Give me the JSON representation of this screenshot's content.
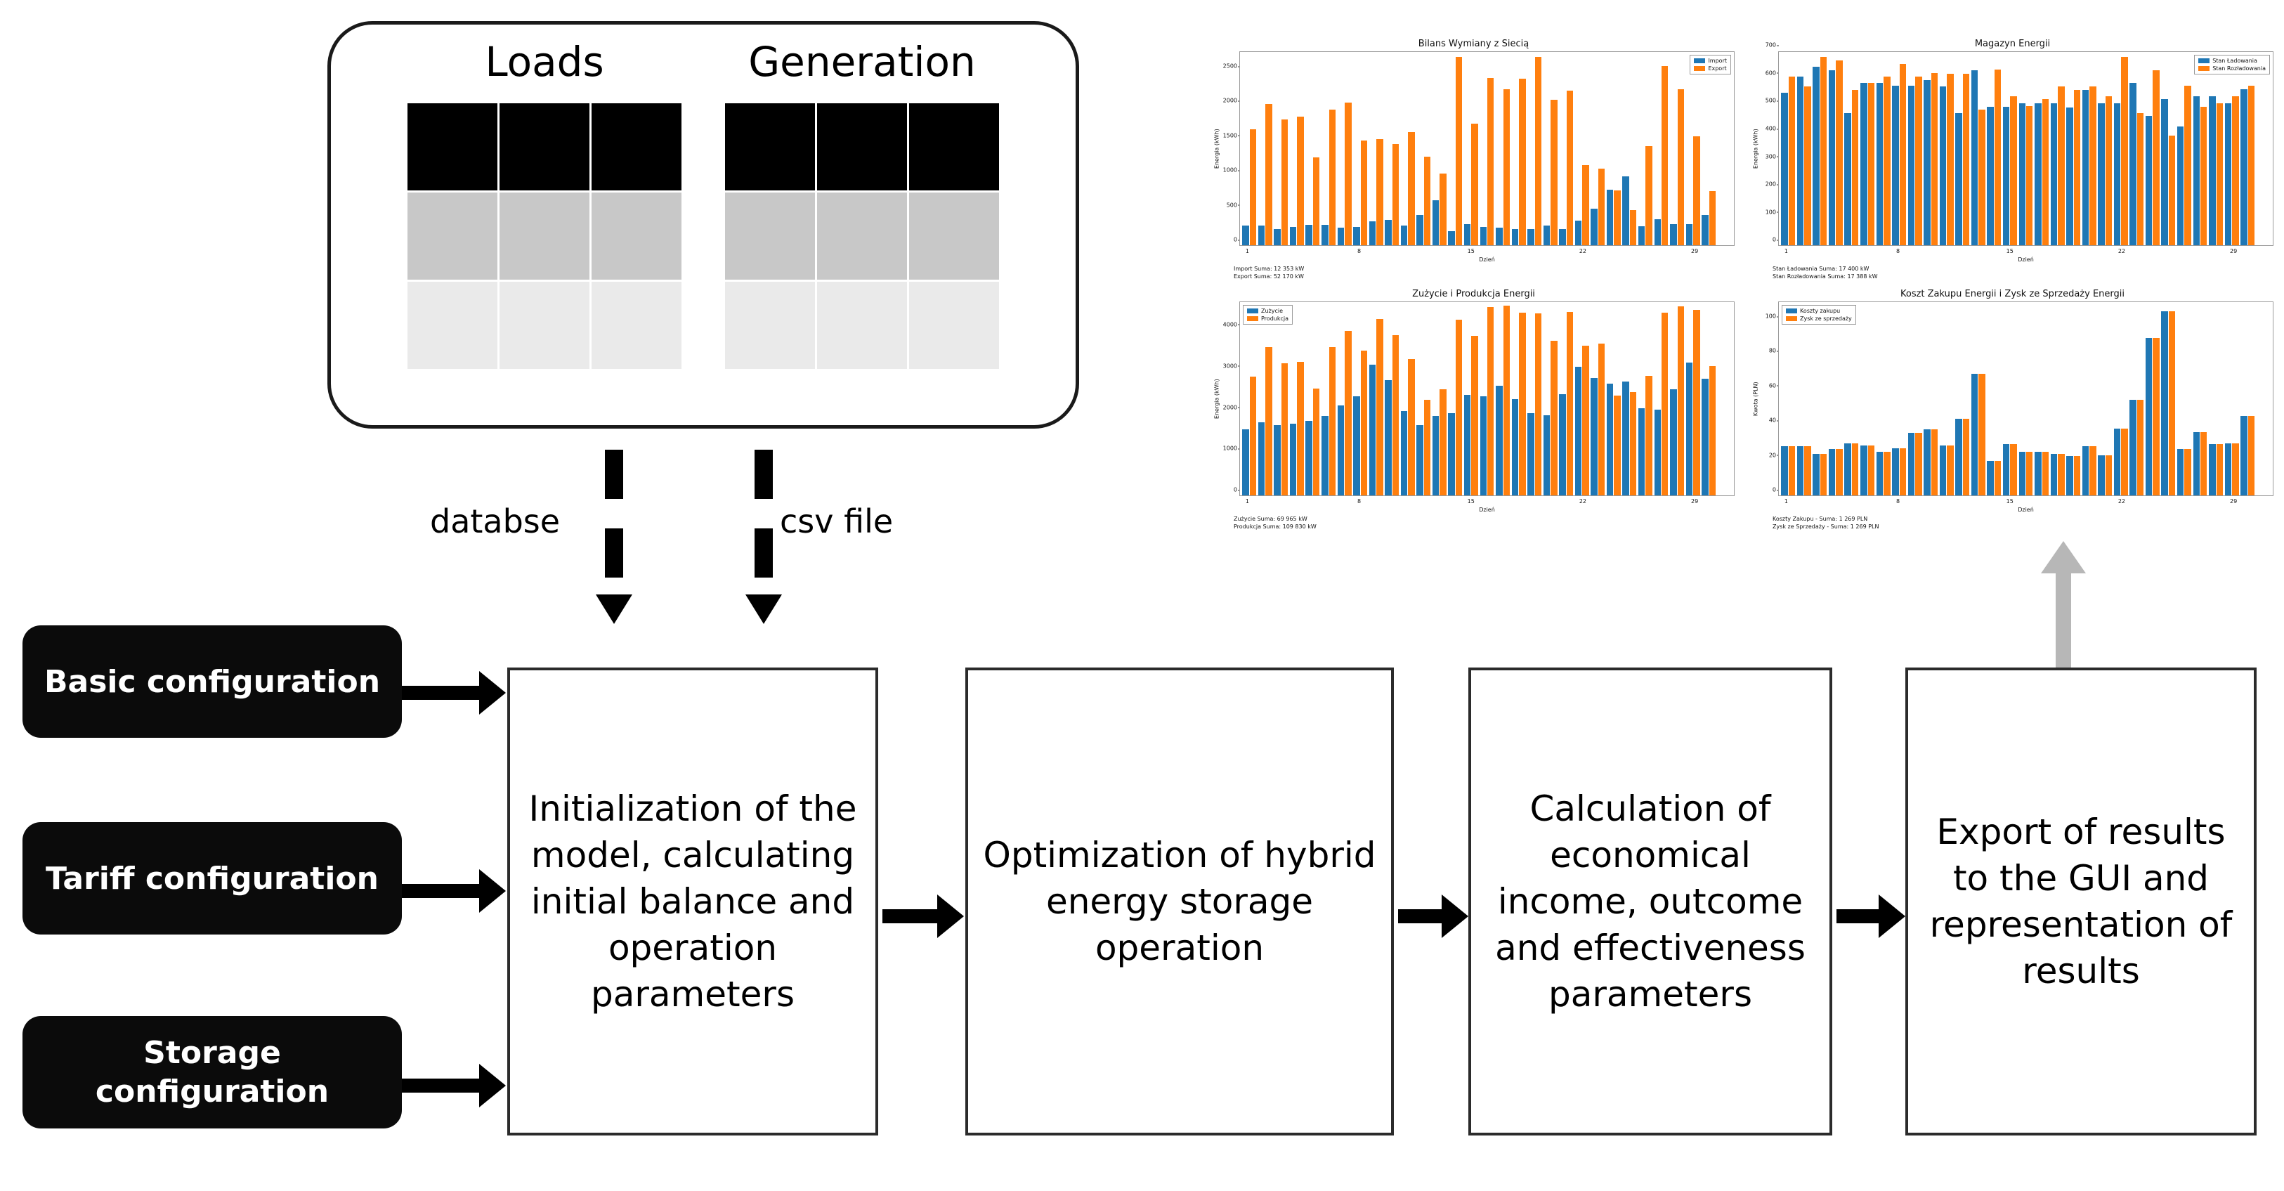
{
  "data_card": {
    "columns": [
      {
        "title": "Loads",
        "rows": 3,
        "cols": 3
      },
      {
        "title": "Generation",
        "rows": 3,
        "cols": 3
      }
    ],
    "row_shades": [
      "#000000",
      "#c8c8c8",
      "#eaeaea"
    ]
  },
  "feeders": [
    {
      "label": "databse"
    },
    {
      "label": "csv file"
    }
  ],
  "config_boxes": [
    {
      "label": "Basic configuration"
    },
    {
      "label": "Tariff configuration"
    },
    {
      "label": "Storage configuration"
    }
  ],
  "process_boxes": [
    {
      "label": "Initialization of the model, calculating initial balance and operation parameters"
    },
    {
      "label": "Optimization of hybrid energy storage operation"
    },
    {
      "label": "Calculation of economical income, outcome and effectiveness parameters"
    },
    {
      "label": "Export of results to the GUI and representation of results"
    }
  ],
  "colors": {
    "series_1": "#1f77b4",
    "series_2": "#ff7f0e",
    "gray_arrow": "#b7b7b7",
    "box_black": "#0b0b0b"
  },
  "chart_data": [
    {
      "type": "bar",
      "title": "Bilans Wymiany z Siecią",
      "xlabel": "Dzień",
      "ylabel": "Energia (kWh)",
      "ylim": [
        0,
        2800
      ],
      "yticks": [
        0,
        500,
        1000,
        1500,
        2000,
        2500
      ],
      "xticks": [
        1,
        8,
        15,
        22,
        29
      ],
      "legend_position": "top-right",
      "grid": false,
      "categories": [
        1,
        2,
        3,
        4,
        5,
        6,
        7,
        8,
        9,
        10,
        11,
        12,
        13,
        14,
        15,
        16,
        17,
        18,
        19,
        20,
        21,
        22,
        23,
        24,
        25,
        26,
        27,
        28,
        29,
        30,
        31
      ],
      "series": [
        {
          "name": "Import",
          "color": "#1f77b4",
          "values": [
            285,
            288,
            240,
            265,
            295,
            300,
            255,
            270,
            350,
            370,
            290,
            440,
            660,
            205,
            310,
            270,
            255,
            240,
            235,
            285,
            235,
            360,
            530,
            805,
            1005,
            275,
            385,
            305,
            310,
            440,
            0
          ]
        },
        {
          "name": "Export",
          "color": "#ff7f0e",
          "values": [
            1680,
            2050,
            1830,
            1870,
            1280,
            1970,
            2070,
            1520,
            1545,
            1470,
            1645,
            1290,
            1040,
            2735,
            1770,
            2430,
            2260,
            2415,
            2735,
            2115,
            2245,
            1160,
            1110,
            800,
            515,
            1440,
            2600,
            2260,
            1585,
            785,
            0
          ]
        }
      ],
      "summary": [
        "Import Suma: 12 353 kW",
        "Export Suma: 52 170 kW"
      ]
    },
    {
      "type": "bar",
      "title": "Magazyn Energii",
      "xlabel": "Dzień",
      "ylabel": "Energia (kWh)",
      "ylim": [
        0,
        700
      ],
      "yticks": [
        0,
        100,
        200,
        300,
        400,
        500,
        600,
        700
      ],
      "xticks": [
        1,
        8,
        15,
        22,
        29
      ],
      "legend_position": "top-right",
      "grid": false,
      "categories": [
        1,
        2,
        3,
        4,
        5,
        6,
        7,
        8,
        9,
        10,
        11,
        12,
        13,
        14,
        15,
        16,
        17,
        18,
        19,
        20,
        21,
        22,
        23,
        24,
        25,
        26,
        27,
        28,
        29,
        30,
        31
      ],
      "series": [
        {
          "name": "Stan Ładowania",
          "color": "#1f77b4",
          "values": [
            553,
            612,
            648,
            635,
            480,
            590,
            590,
            578,
            578,
            600,
            577,
            480,
            635,
            503,
            502,
            515,
            515,
            515,
            500,
            563,
            515,
            515,
            590,
            470,
            530,
            432,
            540,
            540,
            515,
            565,
            0
          ]
        },
        {
          "name": "Stan Rozładowania",
          "color": "#ff7f0e",
          "values": [
            612,
            577,
            683,
            670,
            563,
            588,
            612,
            658,
            612,
            625,
            623,
            623,
            493,
            637,
            540,
            505,
            530,
            577,
            563,
            577,
            540,
            683,
            480,
            635,
            398,
            578,
            502,
            515,
            540,
            578,
            0
          ]
        }
      ],
      "summary": [
        "Stan Ładowania Suma: 17 400 kW",
        "Stan Rozładowania Suma: 17 388 kW"
      ]
    },
    {
      "type": "bar",
      "title": "Zużycie i Produkcja Energii",
      "xlabel": "Dzień",
      "ylabel": "Energia (kWh)",
      "ylim": [
        0,
        4700
      ],
      "yticks": [
        0,
        1000,
        2000,
        3000,
        4000
      ],
      "xticks": [
        1,
        8,
        15,
        22,
        29
      ],
      "legend_position": "top-left",
      "grid": false,
      "categories": [
        1,
        2,
        3,
        4,
        5,
        6,
        7,
        8,
        9,
        10,
        11,
        12,
        13,
        14,
        15,
        16,
        17,
        18,
        19,
        20,
        21,
        22,
        23,
        24,
        25,
        26,
        27,
        28,
        29,
        30,
        31
      ],
      "series": [
        {
          "name": "Zużycie",
          "color": "#1f77b4",
          "values": [
            1610,
            1780,
            1710,
            1745,
            1810,
            1945,
            2195,
            2420,
            3180,
            2815,
            2050,
            1720,
            1930,
            2010,
            2450,
            2420,
            2670,
            2340,
            2010,
            1960,
            2475,
            3130,
            2860,
            2720,
            2770,
            2120,
            2100,
            2580,
            3230,
            2840,
            0
          ]
        },
        {
          "name": "Produkcja",
          "color": "#ff7f0e",
          "values": [
            2890,
            3610,
            3225,
            3255,
            2605,
            3605,
            4000,
            3530,
            4300,
            3900,
            3320,
            2330,
            2590,
            4270,
            3890,
            4580,
            4620,
            4450,
            4440,
            3760,
            4460,
            3650,
            3690,
            2430,
            2520,
            2920,
            4450,
            4610,
            4520,
            3150,
            0
          ]
        }
      ],
      "summary": [
        "Zużycie Suma: 69 965 kW",
        "Produkcja Suma: 109 830 kW"
      ]
    },
    {
      "type": "bar",
      "title": "Koszt Zakupu Energii i Zysk ze Sprzedaży Energii",
      "xlabel": "Dzień",
      "ylabel": "Kwota (PLN)",
      "ylim": [
        0,
        112
      ],
      "yticks": [
        0,
        20,
        40,
        60,
        80,
        100
      ],
      "xticks": [
        1,
        8,
        15,
        22,
        29
      ],
      "legend_position": "top-left",
      "grid": false,
      "categories": [
        1,
        2,
        3,
        4,
        5,
        6,
        7,
        8,
        9,
        10,
        11,
        12,
        13,
        14,
        15,
        16,
        17,
        18,
        19,
        20,
        21,
        22,
        23,
        24,
        25,
        26,
        27,
        28,
        29,
        30,
        31
      ],
      "series": [
        {
          "name": "Koszty zakupu",
          "color": "#1f77b4",
          "values": [
            28.5,
            28.5,
            24,
            27,
            30.5,
            29,
            25.5,
            27.5,
            36.5,
            38.5,
            29,
            44.5,
            70.5,
            20,
            30,
            25.5,
            25.5,
            24,
            23,
            28.5,
            23.5,
            39,
            55.5,
            91.5,
            107,
            27,
            37,
            30,
            30.5,
            46,
            0
          ]
        },
        {
          "name": "Zysk ze sprzedaży",
          "color": "#ff7f0e",
          "values": [
            28.5,
            28.5,
            24,
            27,
            30.5,
            29,
            25.5,
            27.5,
            36.5,
            38.5,
            29,
            44.5,
            70.5,
            20,
            30,
            25.5,
            25.5,
            24,
            23,
            28.5,
            23.5,
            39,
            55.5,
            91.5,
            107,
            27,
            37,
            30,
            30.5,
            46,
            0
          ]
        }
      ],
      "summary": [
        "Koszty Zakupu - Suma: 1 269 PLN",
        "Zysk ze Sprzedaży - Suma: 1 269 PLN"
      ]
    }
  ]
}
